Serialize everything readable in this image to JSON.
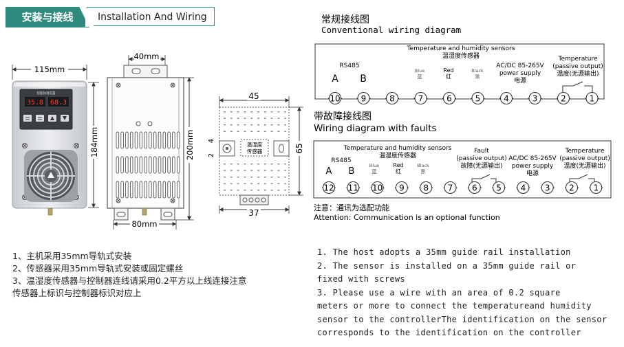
{
  "header": {
    "title_cn": "安装与接线",
    "title_en": "Installation And Wiring"
  },
  "dims": {
    "width_115": "115mm",
    "height_184": "184mm",
    "top_40": "40mm",
    "height_200": "200mm",
    "bottom_80": "80mm",
    "s_45": "45",
    "s_4": "4",
    "s_2": "2",
    "s_65": "65",
    "s_37": "37"
  },
  "sensor_label": {
    "line1": "温湿度",
    "line2": "传感器"
  },
  "device": {
    "model_text": "智能除湿装置",
    "temp": "35.8",
    "hum": "68.3"
  },
  "conventional": {
    "title_cn": "常规接线图",
    "title_en": "Conventional wiring diagram",
    "rs485": "RS485",
    "a": "A",
    "b": "B",
    "sensor_en": "Temperature and humidity sensors",
    "sensor_cn": "温湿度传感器",
    "blue_en": "Blue",
    "blue_cn": "蓝",
    "red_en": "Red",
    "red_cn": "红",
    "black_en": "Black",
    "black_cn": "黑",
    "power_en1": "AC/DC 85-265V",
    "power_en2": "power supply",
    "power_cn": "电源",
    "temp_en1": "Temperature",
    "temp_en2": "(passive output)",
    "temp_cn": "温度(无源输出)",
    "terminals": [
      "10",
      "9",
      "8",
      "7",
      "6",
      "5",
      "4",
      "3",
      "2",
      "1"
    ]
  },
  "fault": {
    "title_cn": "带故障接线图",
    "title_en": "Wiring diagram with faults",
    "rs485": "RS485",
    "a": "A",
    "b": "B",
    "sensor_en": "Temperature and humidity sensors",
    "sensor_cn": "温湿度传感器",
    "blue_en": "Blue",
    "blue_cn": "蓝",
    "red_en": "Red",
    "red_cn": "红",
    "black_en": "Black",
    "black_cn": "黑",
    "fault_en1": "Fault",
    "fault_en2": "(passive output)",
    "fault_cn": "故障(无源输出)",
    "power_en1": "AC/DC 85-265V",
    "power_en2": "power supply",
    "power_cn": "电源",
    "temp_en1": "Temperature",
    "temp_en2": "(passive output)",
    "temp_cn": "温度(无源输出)",
    "terminals": [
      "12",
      "11",
      "10",
      "9",
      "8",
      "7",
      "6",
      "5",
      "4",
      "3",
      "2",
      "1"
    ]
  },
  "attention": {
    "cn": "注意：通讯为选配功能",
    "en": "Attention: Communication is an optional function"
  },
  "notes_cn": [
    "1、主机采用35mm导轨式安装",
    "2、传感器采用35mm导轨式安装或固定螺丝",
    "3、温湿度传感器与控制器连线请采用0.2平方以上线连接注意",
    "传感器上标识与控制器标识对应上"
  ],
  "notes_en": [
    "1. The host adopts a 35mm guide rail installation",
    "2. The sensor is installed on a 35mm guide rail or",
    "fixed with screws",
    "3. Please use a wire with an area of 0.2 square",
    "meters or more to connect the temperatureand humidity",
    "sensor to the controllerThe identification on the sensor",
    "corresponds to the identification on the controller"
  ],
  "colors": {
    "accent": "#2e8b7e",
    "line": "#333333",
    "device": "#d8dadc",
    "panel": "#3a3d42"
  }
}
